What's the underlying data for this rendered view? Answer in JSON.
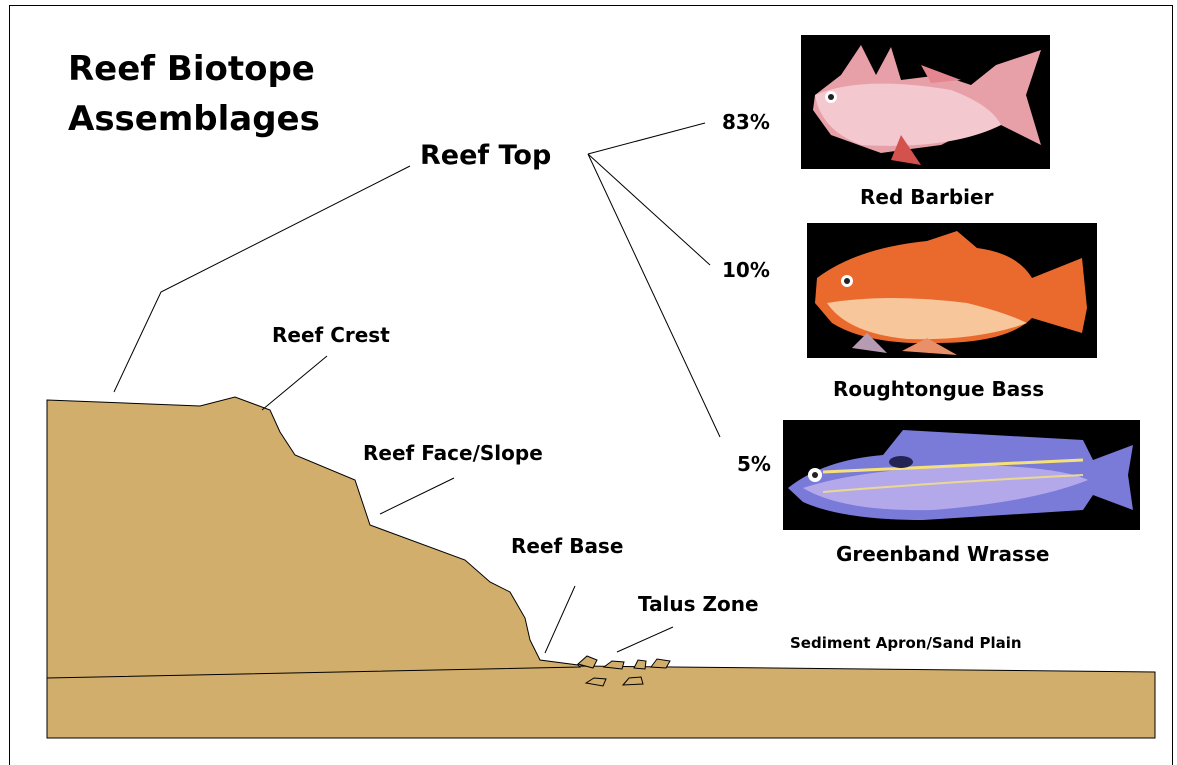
{
  "title": {
    "line1": "Reef Biotope",
    "line2": "Assemblages"
  },
  "zones": {
    "reef_top": "Reef Top",
    "reef_crest": "Reef Crest",
    "reef_face": "Reef Face/Slope",
    "reef_base": "Reef Base",
    "talus": "Talus Zone",
    "sediment": "Sediment Apron/Sand Plain"
  },
  "species": [
    {
      "name": "Red  Barbier",
      "percent": "83%"
    },
    {
      "name": "Roughtongue Bass",
      "percent": "10%"
    },
    {
      "name": "Greenband  Wrasse",
      "percent": "5%"
    }
  ],
  "colors": {
    "reef_fill": "#d2ae6d",
    "outline": "#000000",
    "photo_bg": "#000000"
  }
}
